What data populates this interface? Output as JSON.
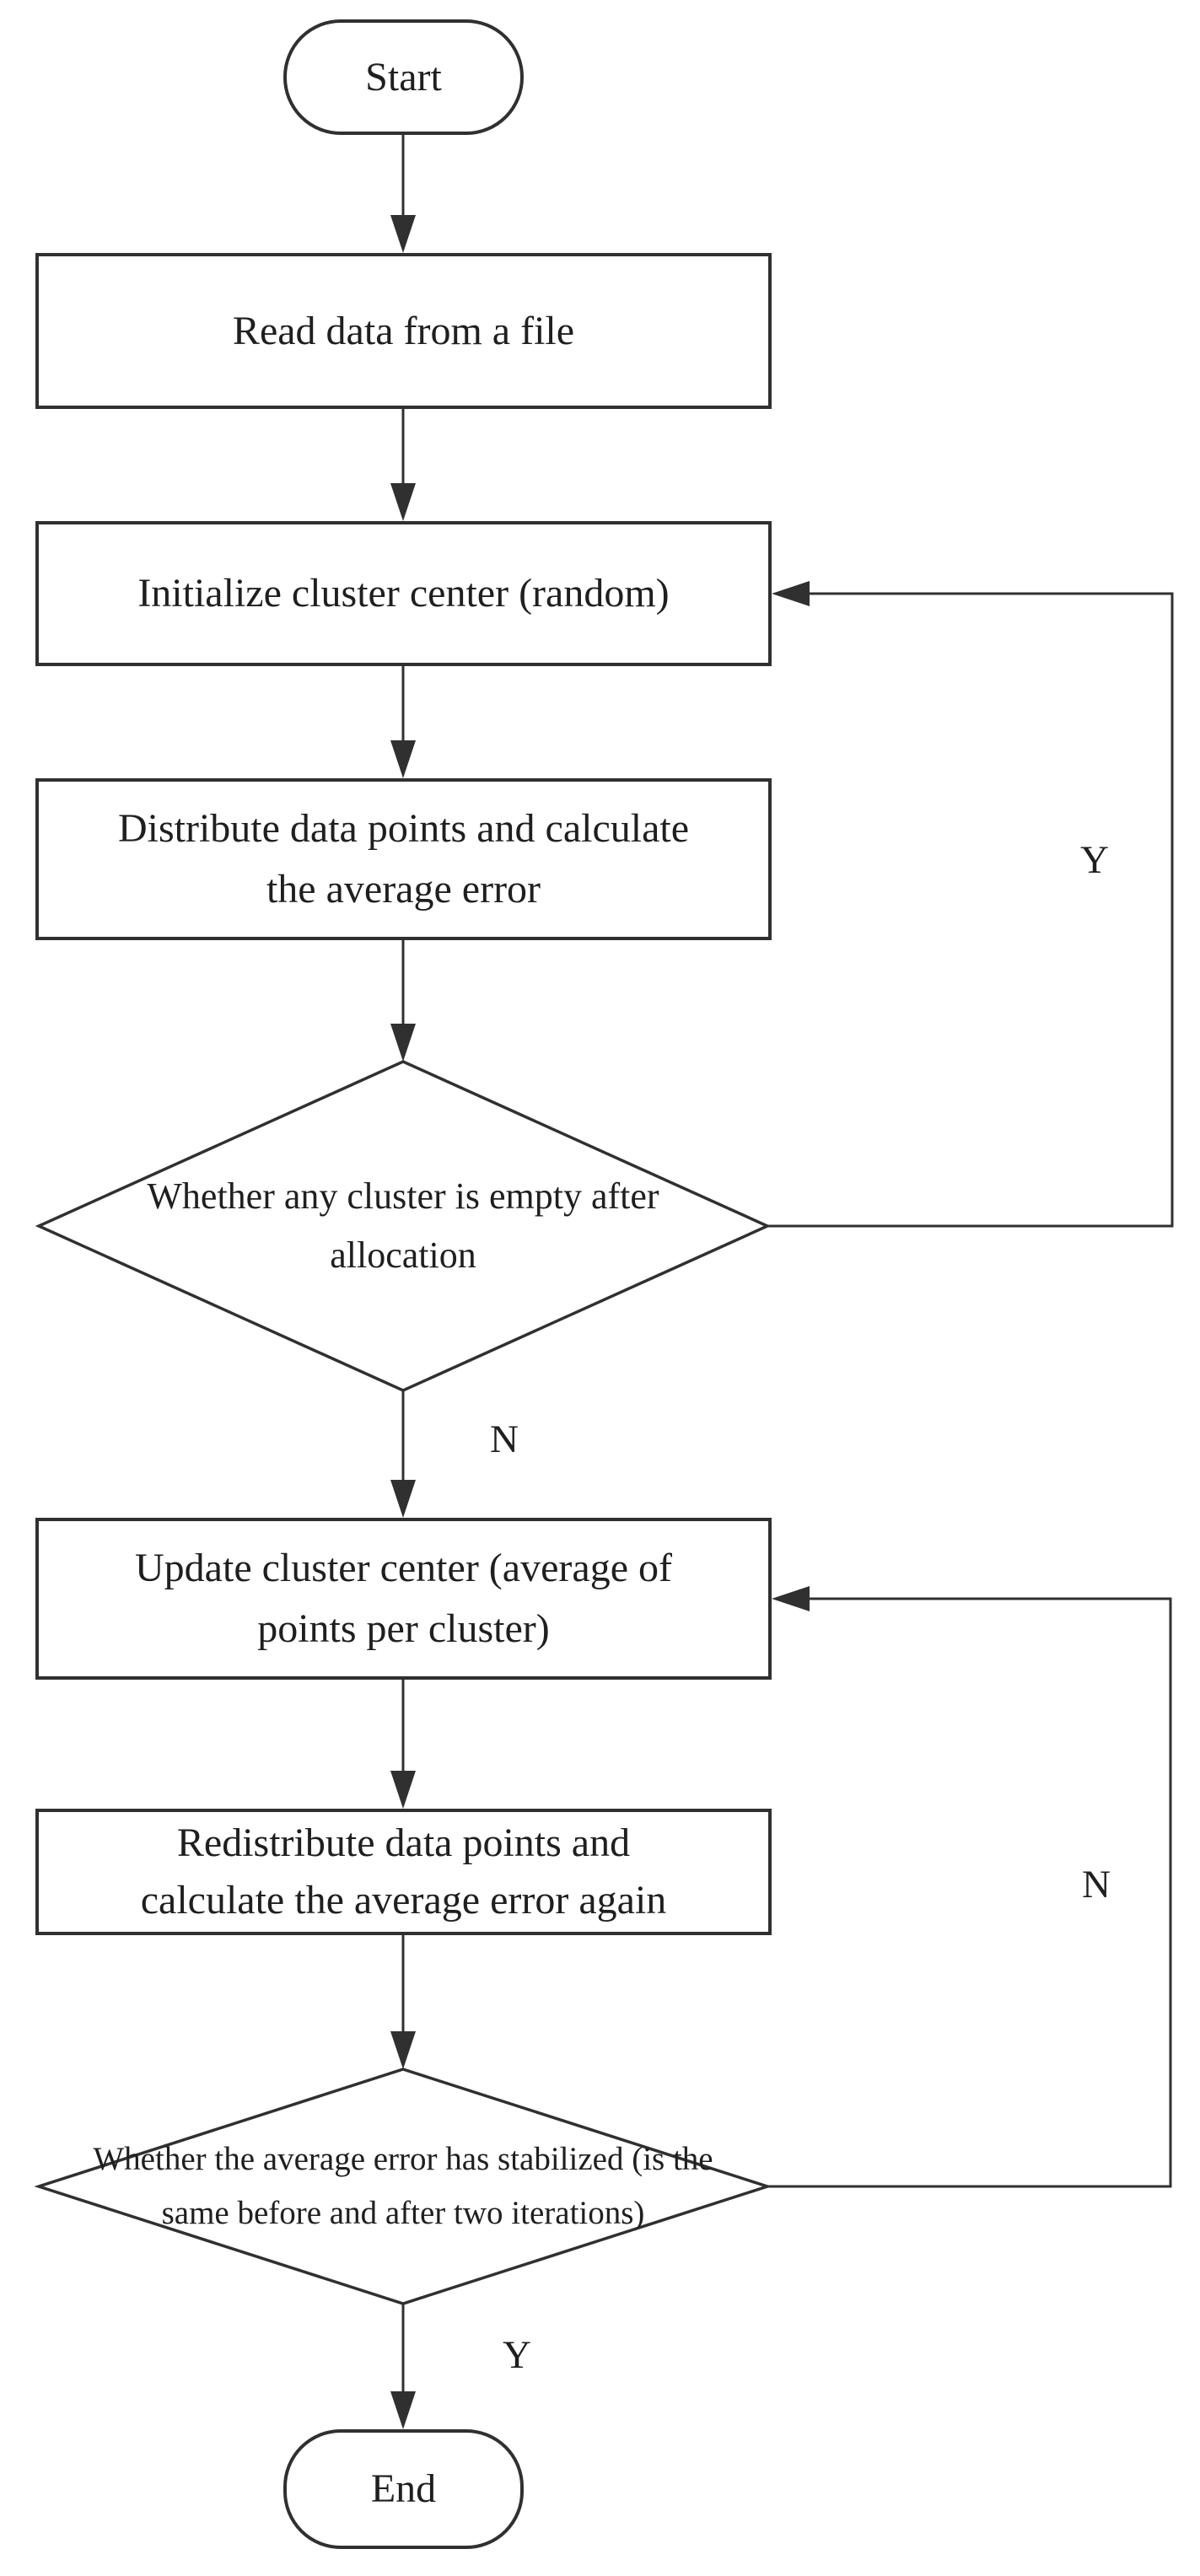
{
  "flowchart": {
    "algorithm": "k-means clustering flow",
    "colors": {
      "line": "#303030",
      "text": "#1f1f1f",
      "background": "#ffffff"
    },
    "nodes": {
      "start": {
        "type": "terminator",
        "label": "Start",
        "lines": [
          "Start"
        ]
      },
      "read_data": {
        "type": "process",
        "label": "Read data from a file",
        "lines": [
          "Read data from a file"
        ]
      },
      "init_centers": {
        "type": "process",
        "label": "Initialize cluster center (random)",
        "lines": [
          "Initialize cluster center (random)"
        ]
      },
      "distribute": {
        "type": "process",
        "label": "Distribute data points and calculate the average error",
        "lines": [
          "Distribute data points and calculate",
          "the average error"
        ]
      },
      "empty_check": {
        "type": "decision",
        "label": "Whether any cluster is empty after allocation",
        "lines": [
          "Whether any cluster is empty after",
          "allocation"
        ]
      },
      "update_centers": {
        "type": "process",
        "label": "Update cluster center (average of points per cluster)",
        "lines": [
          "Update cluster center (average of",
          "points per cluster)"
        ]
      },
      "redistribute": {
        "type": "process",
        "label": "Redistribute data points and calculate the average error again",
        "lines": [
          "Redistribute data points and",
          "calculate the average error again"
        ]
      },
      "stable_check": {
        "type": "decision",
        "label": "Whether the average error has stabilized (is the same before and after two iterations)",
        "lines": [
          "Whether the average error has stabilized (is the",
          "same before and after two iterations)"
        ]
      },
      "end": {
        "type": "terminator",
        "label": "End",
        "lines": [
          "End"
        ]
      }
    },
    "edge_labels": {
      "empty_check_no": "N",
      "empty_check_yes": "Y",
      "stable_check_no": "N",
      "stable_check_yes": "Y"
    }
  }
}
